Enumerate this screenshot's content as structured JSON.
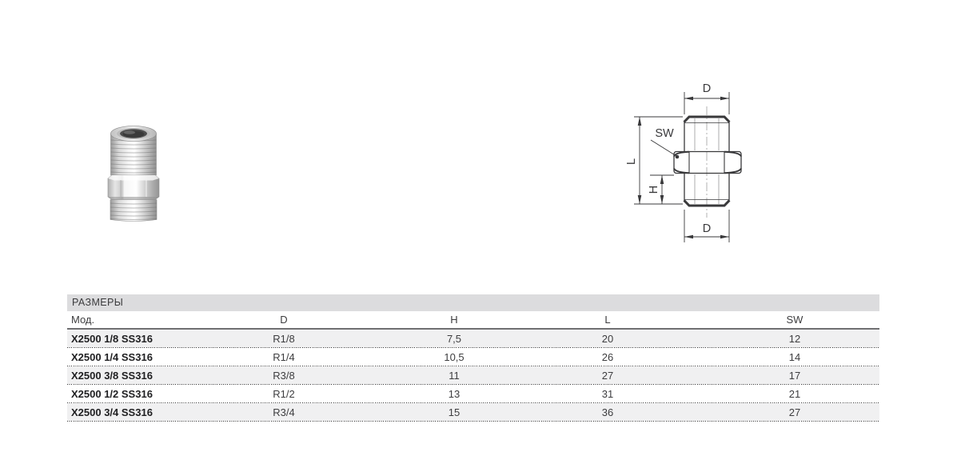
{
  "product": {
    "photo_alt": "stainless-steel-hex-nipple-photo"
  },
  "drawing": {
    "labels": {
      "top_d": "D",
      "sw": "SW",
      "l": "L",
      "h": "H",
      "bottom_d": "D"
    }
  },
  "table": {
    "title": "РАЗМЕРЫ",
    "headers": {
      "model": "Мод.",
      "d": "D",
      "h": "H",
      "l": "L",
      "sw": "SW"
    },
    "rows": [
      {
        "model": "X2500 1/8 SS316",
        "d": "R1/8",
        "h": "7,5",
        "l": "20",
        "sw": "12"
      },
      {
        "model": "X2500 1/4 SS316",
        "d": "R1/4",
        "h": "10,5",
        "l": "26",
        "sw": "14"
      },
      {
        "model": "X2500 3/8 SS316",
        "d": "R3/8",
        "h": "11",
        "l": "27",
        "sw": "17"
      },
      {
        "model": "X2500 1/2 SS316",
        "d": "R1/2",
        "h": "13",
        "l": "31",
        "sw": "21"
      },
      {
        "model": "X2500 3/4 SS316",
        "d": "R3/4",
        "h": "15",
        "l": "36",
        "sw": "27"
      }
    ]
  },
  "colors": {
    "title_bar_bg": "#dcdcde",
    "row_stripe_bg": "#f0f0f1",
    "header_rule": "#707072",
    "text": "#3d3d3f",
    "drawing_line": "#39393b"
  }
}
